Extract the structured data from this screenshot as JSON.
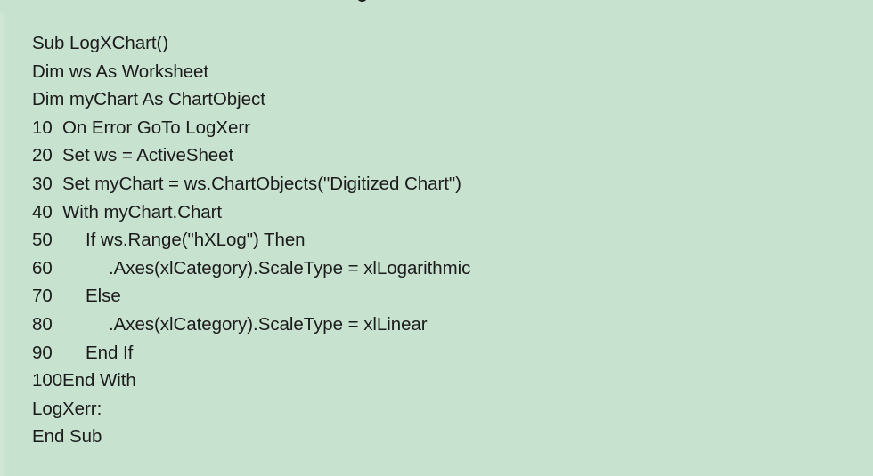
{
  "slide": {
    "background_color": "#c8e2d0",
    "text_color": "#1b1b1b",
    "language": "VBA",
    "procedure_name": "LogXChart"
  },
  "code": {
    "lines": [
      {
        "number": "",
        "indent": 0,
        "text": "Sub LogXChart()"
      },
      {
        "number": "",
        "indent": 0,
        "text": "Dim ws As Worksheet"
      },
      {
        "number": "",
        "indent": 0,
        "text": "Dim myChart As ChartObject"
      },
      {
        "number": "10",
        "indent": 0,
        "text": "On Error GoTo LogXerr"
      },
      {
        "number": "20",
        "indent": 0,
        "text": "Set ws = ActiveSheet"
      },
      {
        "number": "30",
        "indent": 0,
        "text": "Set myChart = ws.ChartObjects(\"Digitized Chart\")"
      },
      {
        "number": "40",
        "indent": 0,
        "text": "With myChart.Chart"
      },
      {
        "number": "50",
        "indent": 1,
        "text": "If ws.Range(\"hXLog\") Then"
      },
      {
        "number": "60",
        "indent": 2,
        "text": ".Axes(xlCategory).ScaleType = xlLogarithmic"
      },
      {
        "number": "70",
        "indent": 1,
        "text": "Else"
      },
      {
        "number": "80",
        "indent": 2,
        "text": ".Axes(xlCategory).ScaleType = xlLinear"
      },
      {
        "number": "90",
        "indent": 1,
        "text": "End If"
      },
      {
        "number": "100",
        "indent": 0,
        "text": "End With"
      },
      {
        "number": "",
        "indent": 0,
        "text": "LogXerr:"
      },
      {
        "number": "",
        "indent": 0,
        "text": "End Sub"
      }
    ]
  }
}
